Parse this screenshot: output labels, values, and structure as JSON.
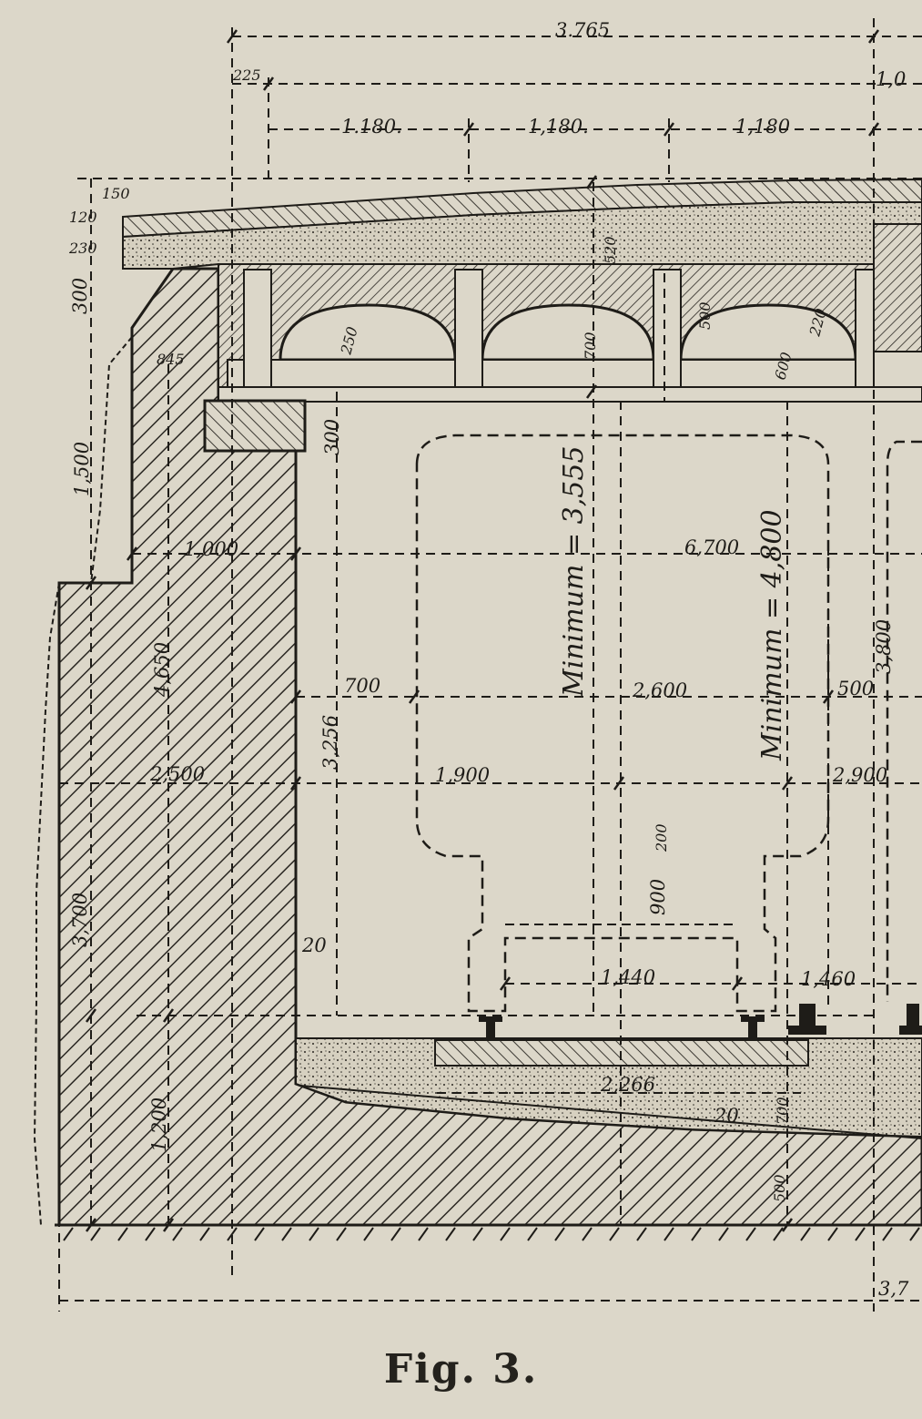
{
  "figure": {
    "caption": "Fig. 3."
  },
  "dimensions": {
    "top_total": "3.765",
    "top_right": "1,0",
    "d_225": "225",
    "span_1": "1.180.",
    "span_2": "1,180.",
    "span_3": "1,180",
    "d_150": "150",
    "d_120": "120",
    "d_230": "230",
    "d_300_top": "300",
    "d_845": "845",
    "d_250": "250",
    "d_520": "520",
    "d_700_beam": "700",
    "d_500_arch": "500",
    "d_600": "600",
    "d_220": "220",
    "d_300_ledge": "300",
    "d_1500_left": "1,500",
    "d_1000": "1,000",
    "min_3555": "Minimum = 3,555",
    "d_6700": "6,700",
    "min_4800": "Minimum = 4,800",
    "d_3800": "3,800",
    "d_700_side": "700",
    "d_2600": "2,600",
    "d_500_side": "500",
    "d_4650": "4,650",
    "d_3256": "3,256",
    "d_2500": "2,500",
    "d_1900": "1,900",
    "d_2900": "2,900",
    "d_200": "200",
    "d_900": "900",
    "d_20_wall": "20",
    "d_1440": "1,440",
    "d_1460": "1,460",
    "d_3700": "3,700",
    "d_2266": "2,266",
    "d_20_floor": "20",
    "d_700_floor": "700",
    "d_1200": "1,200",
    "d_500_floor": "500",
    "bottom_right": "3,7"
  },
  "colors": {
    "paper": "#dcd7c9",
    "ink": "#1e1c18"
  }
}
